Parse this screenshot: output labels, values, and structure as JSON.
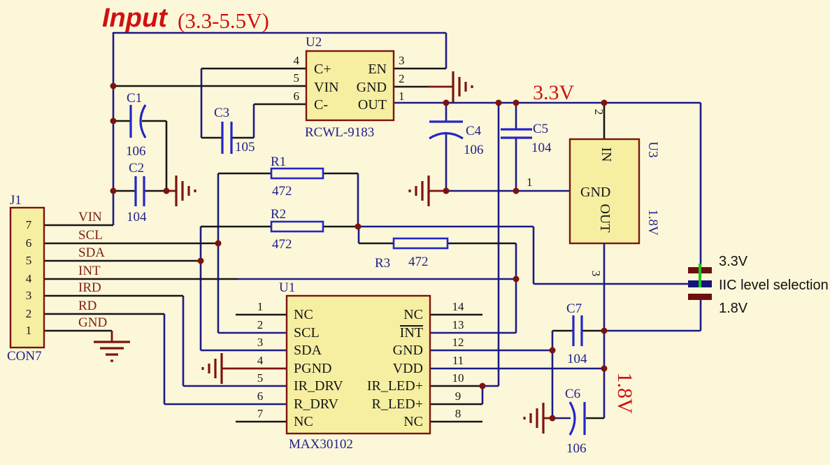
{
  "title": {
    "name": "Input",
    "range": "(3.3-5.5V)"
  },
  "power": {
    "v33": "3.3V",
    "v18": "1.8V"
  },
  "jumper": {
    "top_label": "3.3V",
    "mid_label": "IIC level selection",
    "bottom_label": "1.8V"
  },
  "j1": {
    "ref": "J1",
    "part": "CON7",
    "pins": [
      {
        "num": "7",
        "net": "VIN"
      },
      {
        "num": "6",
        "net": "SCL"
      },
      {
        "num": "5",
        "net": "SDA"
      },
      {
        "num": "4",
        "net": "INT"
      },
      {
        "num": "3",
        "net": "IRD"
      },
      {
        "num": "2",
        "net": "RD"
      },
      {
        "num": "1",
        "net": "GND"
      }
    ]
  },
  "u2": {
    "ref": "U2",
    "part": "RCWL-9183",
    "left": [
      {
        "num": "4",
        "name": "C+"
      },
      {
        "num": "5",
        "name": "VIN"
      },
      {
        "num": "6",
        "name": "C-"
      }
    ],
    "right": [
      {
        "num": "3",
        "name": "EN"
      },
      {
        "num": "2",
        "name": "GND"
      },
      {
        "num": "1",
        "name": "OUT"
      }
    ]
  },
  "u3": {
    "ref": "U3",
    "rail": "1.8V",
    "in": {
      "num": "2",
      "name": "IN"
    },
    "gnd": {
      "num": "1",
      "name": "GND"
    },
    "out": {
      "num": "3",
      "name": "OUT"
    }
  },
  "u1": {
    "ref": "U1",
    "part": "MAX30102",
    "left": [
      {
        "num": "1",
        "name": "NC"
      },
      {
        "num": "2",
        "name": "SCL"
      },
      {
        "num": "3",
        "name": "SDA"
      },
      {
        "num": "4",
        "name": "PGND"
      },
      {
        "num": "5",
        "name": "IR_DRV"
      },
      {
        "num": "6",
        "name": "R_DRV"
      },
      {
        "num": "7",
        "name": "NC"
      }
    ],
    "right": [
      {
        "num": "14",
        "name": "NC"
      },
      {
        "num": "13",
        "name": "INT"
      },
      {
        "num": "12",
        "name": "GND"
      },
      {
        "num": "11",
        "name": "VDD"
      },
      {
        "num": "10",
        "name": "IR_LED+"
      },
      {
        "num": "9",
        "name": "R_LED+"
      },
      {
        "num": "8",
        "name": "NC"
      }
    ]
  },
  "r": {
    "r1": {
      "ref": "R1",
      "value": "472"
    },
    "r2": {
      "ref": "R2",
      "value": "472"
    },
    "r3": {
      "ref": "R3",
      "value": "472"
    }
  },
  "c": {
    "c1": {
      "ref": "C1",
      "value": "106"
    },
    "c2": {
      "ref": "C2",
      "value": "104"
    },
    "c3": {
      "ref": "C3",
      "value": "105"
    },
    "c4": {
      "ref": "C4",
      "value": "106"
    },
    "c5": {
      "ref": "C5",
      "value": "104"
    },
    "c6": {
      "ref": "C6",
      "value": "106"
    },
    "c7": {
      "ref": "C7",
      "value": "104"
    }
  },
  "colors": {
    "background": "#fcf7d8",
    "box_fill": "#f6efa2",
    "box_border": "#7a1410",
    "wire_navy": "#1b1b87",
    "wire_black": "#161616",
    "dark_red": "#7c130f",
    "component_blue": "#2326c9",
    "red_text": "#cf1111",
    "green_jumper": "#1ec41e",
    "label_navy": "#20208c",
    "net_label_red": "#7e1d12"
  }
}
